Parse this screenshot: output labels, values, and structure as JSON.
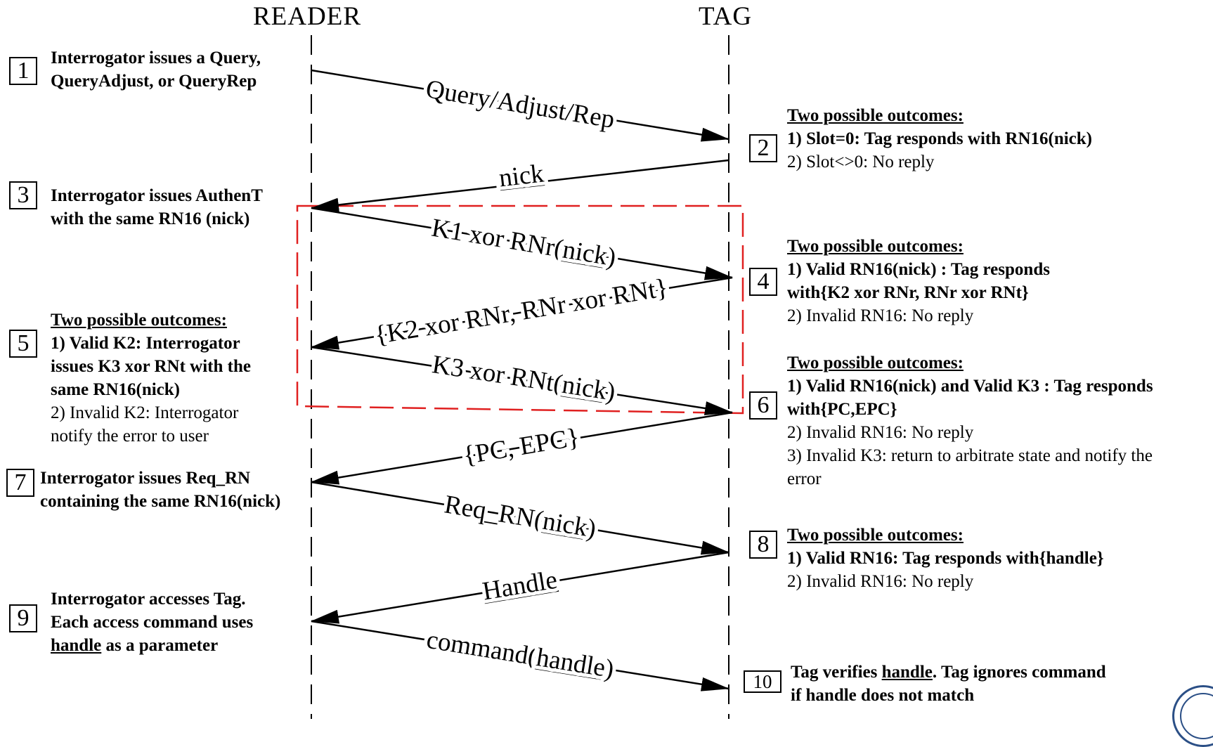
{
  "columns": {
    "reader": "READER",
    "tag": "TAG"
  },
  "messages": [
    {
      "text": "Query/Adjust/Rep"
    },
    {
      "text": "nick"
    },
    {
      "pre": "K1 xor RNr(",
      "u": "nick",
      "post": ")"
    },
    {
      "text": "{K2 xor RNr, RNr xor RNt}"
    },
    {
      "pre": "K3 xor RNt(",
      "u": "nick",
      "post": ")"
    },
    {
      "text": "{PC, EPC}"
    },
    {
      "pre": "Req_RN(",
      "u": "nick",
      "post": ")"
    },
    {
      "text": "Handle"
    },
    {
      "pre": "command(",
      "u": "handle",
      "post": ")"
    }
  ],
  "steps": {
    "s1": {
      "num": "1",
      "line1": "Interrogator issues a Query,",
      "line2": "QueryAdjust, or QueryRep"
    },
    "s2": {
      "num": "2",
      "head": "Two possible outcomes:",
      "line1": "1) Slot=0: Tag responds with RN16(nick)",
      "line2": "2) Slot<>0: No reply"
    },
    "s3": {
      "num": "3",
      "line1": "Interrogator issues AuthenT",
      "line2": "with the same RN16 (nick)"
    },
    "s4": {
      "num": "4",
      "head": "Two possible outcomes:",
      "line1": "1) Valid RN16(nick)  : Tag responds",
      "line2": "with{K2 xor RNr, RNr xor RNt}",
      "line3": "2) Invalid RN16: No reply"
    },
    "s5": {
      "num": "5",
      "head": "Two possible outcomes:",
      "line1": "1) Valid K2: Interrogator",
      "line2": "issues K3 xor RNt with the",
      "line3": "same RN16(nick)",
      "line4": "2) Invalid K2: Interrogator",
      "line5": "notify the error to user"
    },
    "s6": {
      "num": "6",
      "head": "Two possible outcomes:",
      "line1": "1) Valid RN16(nick) and Valid K3 : Tag responds",
      "line2": "with{PC,EPC}",
      "line3": "2) Invalid RN16: No reply",
      "line4": "3) Invalid K3: return to arbitrate state and notify the",
      "line5": "error"
    },
    "s7": {
      "num": "7",
      "line1": "Interrogator issues Req_RN",
      "line2": "containing the same RN16(nick)"
    },
    "s8": {
      "num": "8",
      "head": "Two possible outcomes:",
      "line1": "1) Valid RN16: Tag responds with{handle}",
      "line2": "2) Invalid RN16: No reply"
    },
    "s9": {
      "num": "9",
      "line1": "Interrogator accesses Tag.",
      "line2": "Each access command uses",
      "line3_u": "handle",
      "line3_post": " as a parameter"
    },
    "s10": {
      "num": "10",
      "pre": "Tag verifies ",
      "u": "handle",
      "post": ". Tag ignores command",
      "line2": "if handle does not match"
    }
  },
  "colors": {
    "ink": "#000000",
    "highlight_box": "#e02020",
    "logo": "#2b4f86"
  }
}
